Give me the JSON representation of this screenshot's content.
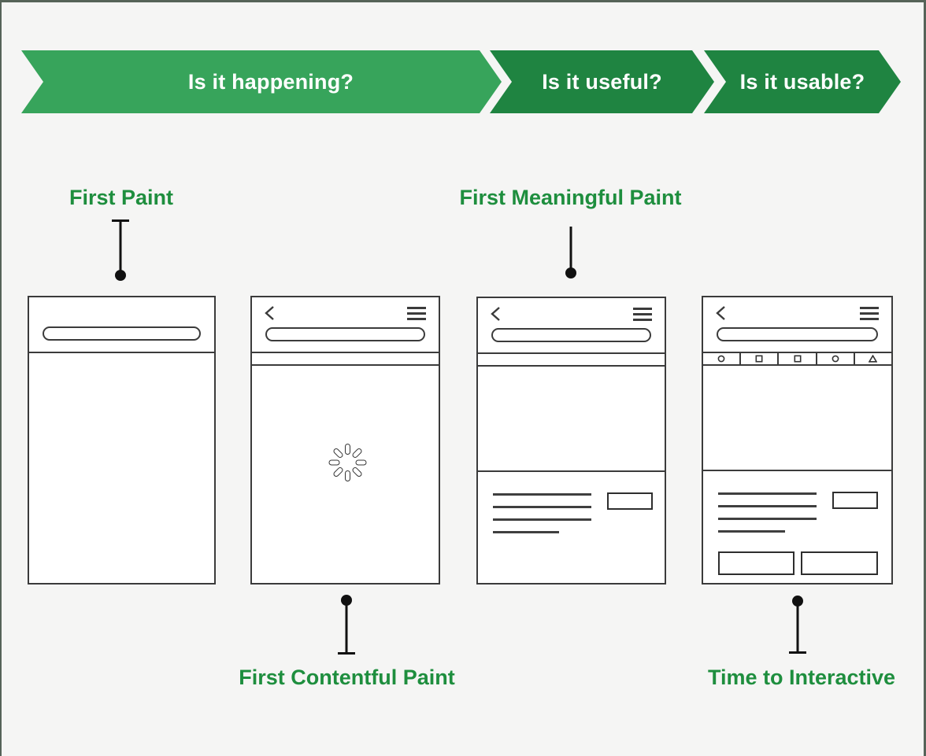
{
  "banner": {
    "steps": [
      {
        "label": "Is it happening?"
      },
      {
        "label": "Is it useful?"
      },
      {
        "label": "Is it usable?"
      }
    ]
  },
  "metrics": {
    "first_paint": {
      "label": "First Paint"
    },
    "first_contentful_paint": {
      "label": "First Contentful Paint"
    },
    "first_meaningful_paint": {
      "label": "First Meaningful Paint"
    },
    "time_to_interactive": {
      "label": "Time to Interactive"
    }
  },
  "icons": {
    "back_icon": "chevron-left",
    "menu_icon": "hamburger-menu",
    "spinner_icon": "loading-spinner",
    "toolbar_tab_icons": [
      "circle",
      "square",
      "square",
      "circle",
      "triangle"
    ]
  },
  "colors": {
    "arrow_light_green": "#37A45B",
    "arrow_dark_green": "#1F8441",
    "label_green": "#1E8E3E",
    "background": "#F5F5F4",
    "wireframe_outline": "#3B3B3B",
    "frame_border": "#566358",
    "connector": "#111111"
  }
}
